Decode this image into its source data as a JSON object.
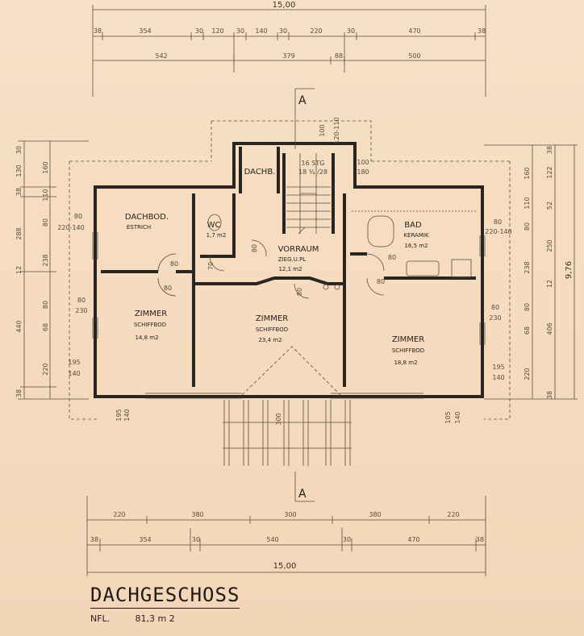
{
  "dims": {
    "overall_top": "15,00",
    "overall_bottom": "15,00",
    "overall_right": "9,76",
    "top_row1": [
      "38",
      "354",
      "30",
      "120",
      "30",
      "140",
      "30",
      "220",
      "30",
      "470",
      "38"
    ],
    "top_row2": [
      "542",
      "379",
      "88",
      "500"
    ],
    "bottom_row1": [
      "220",
      "380",
      "300",
      "380",
      "220"
    ],
    "bottom_row2": [
      "38",
      "354",
      "30",
      "540",
      "30",
      "470",
      "38"
    ],
    "left_outer": [
      "30",
      "130",
      "38",
      "288",
      "12",
      "440",
      "38"
    ],
    "left_inner": [
      "160",
      "110",
      "80",
      "238",
      "80",
      "68",
      "220"
    ],
    "right_inner": [
      "160",
      "110",
      "80",
      "238",
      "80",
      "68",
      "220"
    ],
    "right_outer": [
      "38",
      "122",
      "52",
      "250",
      "12",
      "406",
      "38"
    ],
    "openings": {
      "left_top": [
        "80",
        "220-140"
      ],
      "left_mid": [
        "80",
        "230"
      ],
      "left_bot": [
        "195",
        "140"
      ],
      "right_top": [
        "80",
        "220-140"
      ],
      "right_mid": [
        "80",
        "230"
      ],
      "right_bot": [
        "195",
        "140"
      ],
      "balcony_left": [
        "195",
        "140"
      ],
      "balcony_right": [
        "105",
        "140"
      ],
      "stair_top": [
        "100",
        "120-110"
      ],
      "stair_right": [
        "100",
        "180"
      ],
      "door_80": "80",
      "door_70": "70",
      "balcony_depth": "300"
    }
  },
  "section_marker": "A",
  "stair": {
    "steps": "16 STG",
    "ratio": "18 ¾ /28"
  },
  "rooms": {
    "dachb": {
      "name": "DACHB."
    },
    "dachbod": {
      "name": "DACHBOD.",
      "sub": "ESTRICH"
    },
    "wc": {
      "name": "WC",
      "area": "1,7 m2"
    },
    "vorraum": {
      "name": "VORRAUM",
      "floor": "ZIEG.U.PL",
      "area": "12,1 m2"
    },
    "bad": {
      "name": "BAD",
      "floor": "KERAMIK",
      "area": "16,5 m2"
    },
    "zimmer_left": {
      "name": "ZIMMER",
      "floor": "SCHIFFBOD",
      "area": "14,8 m2"
    },
    "zimmer_mid": {
      "name": "ZIMMER",
      "floor": "SCHIFFBOD",
      "area": "23,4 m2"
    },
    "zimmer_right": {
      "name": "ZIMMER",
      "floor": "SCHIFFBOD",
      "area": "18,8 m2"
    }
  },
  "title": "DACHGESCHOSS",
  "area_label": "NFL.",
  "area_value": "81,3 m 2"
}
